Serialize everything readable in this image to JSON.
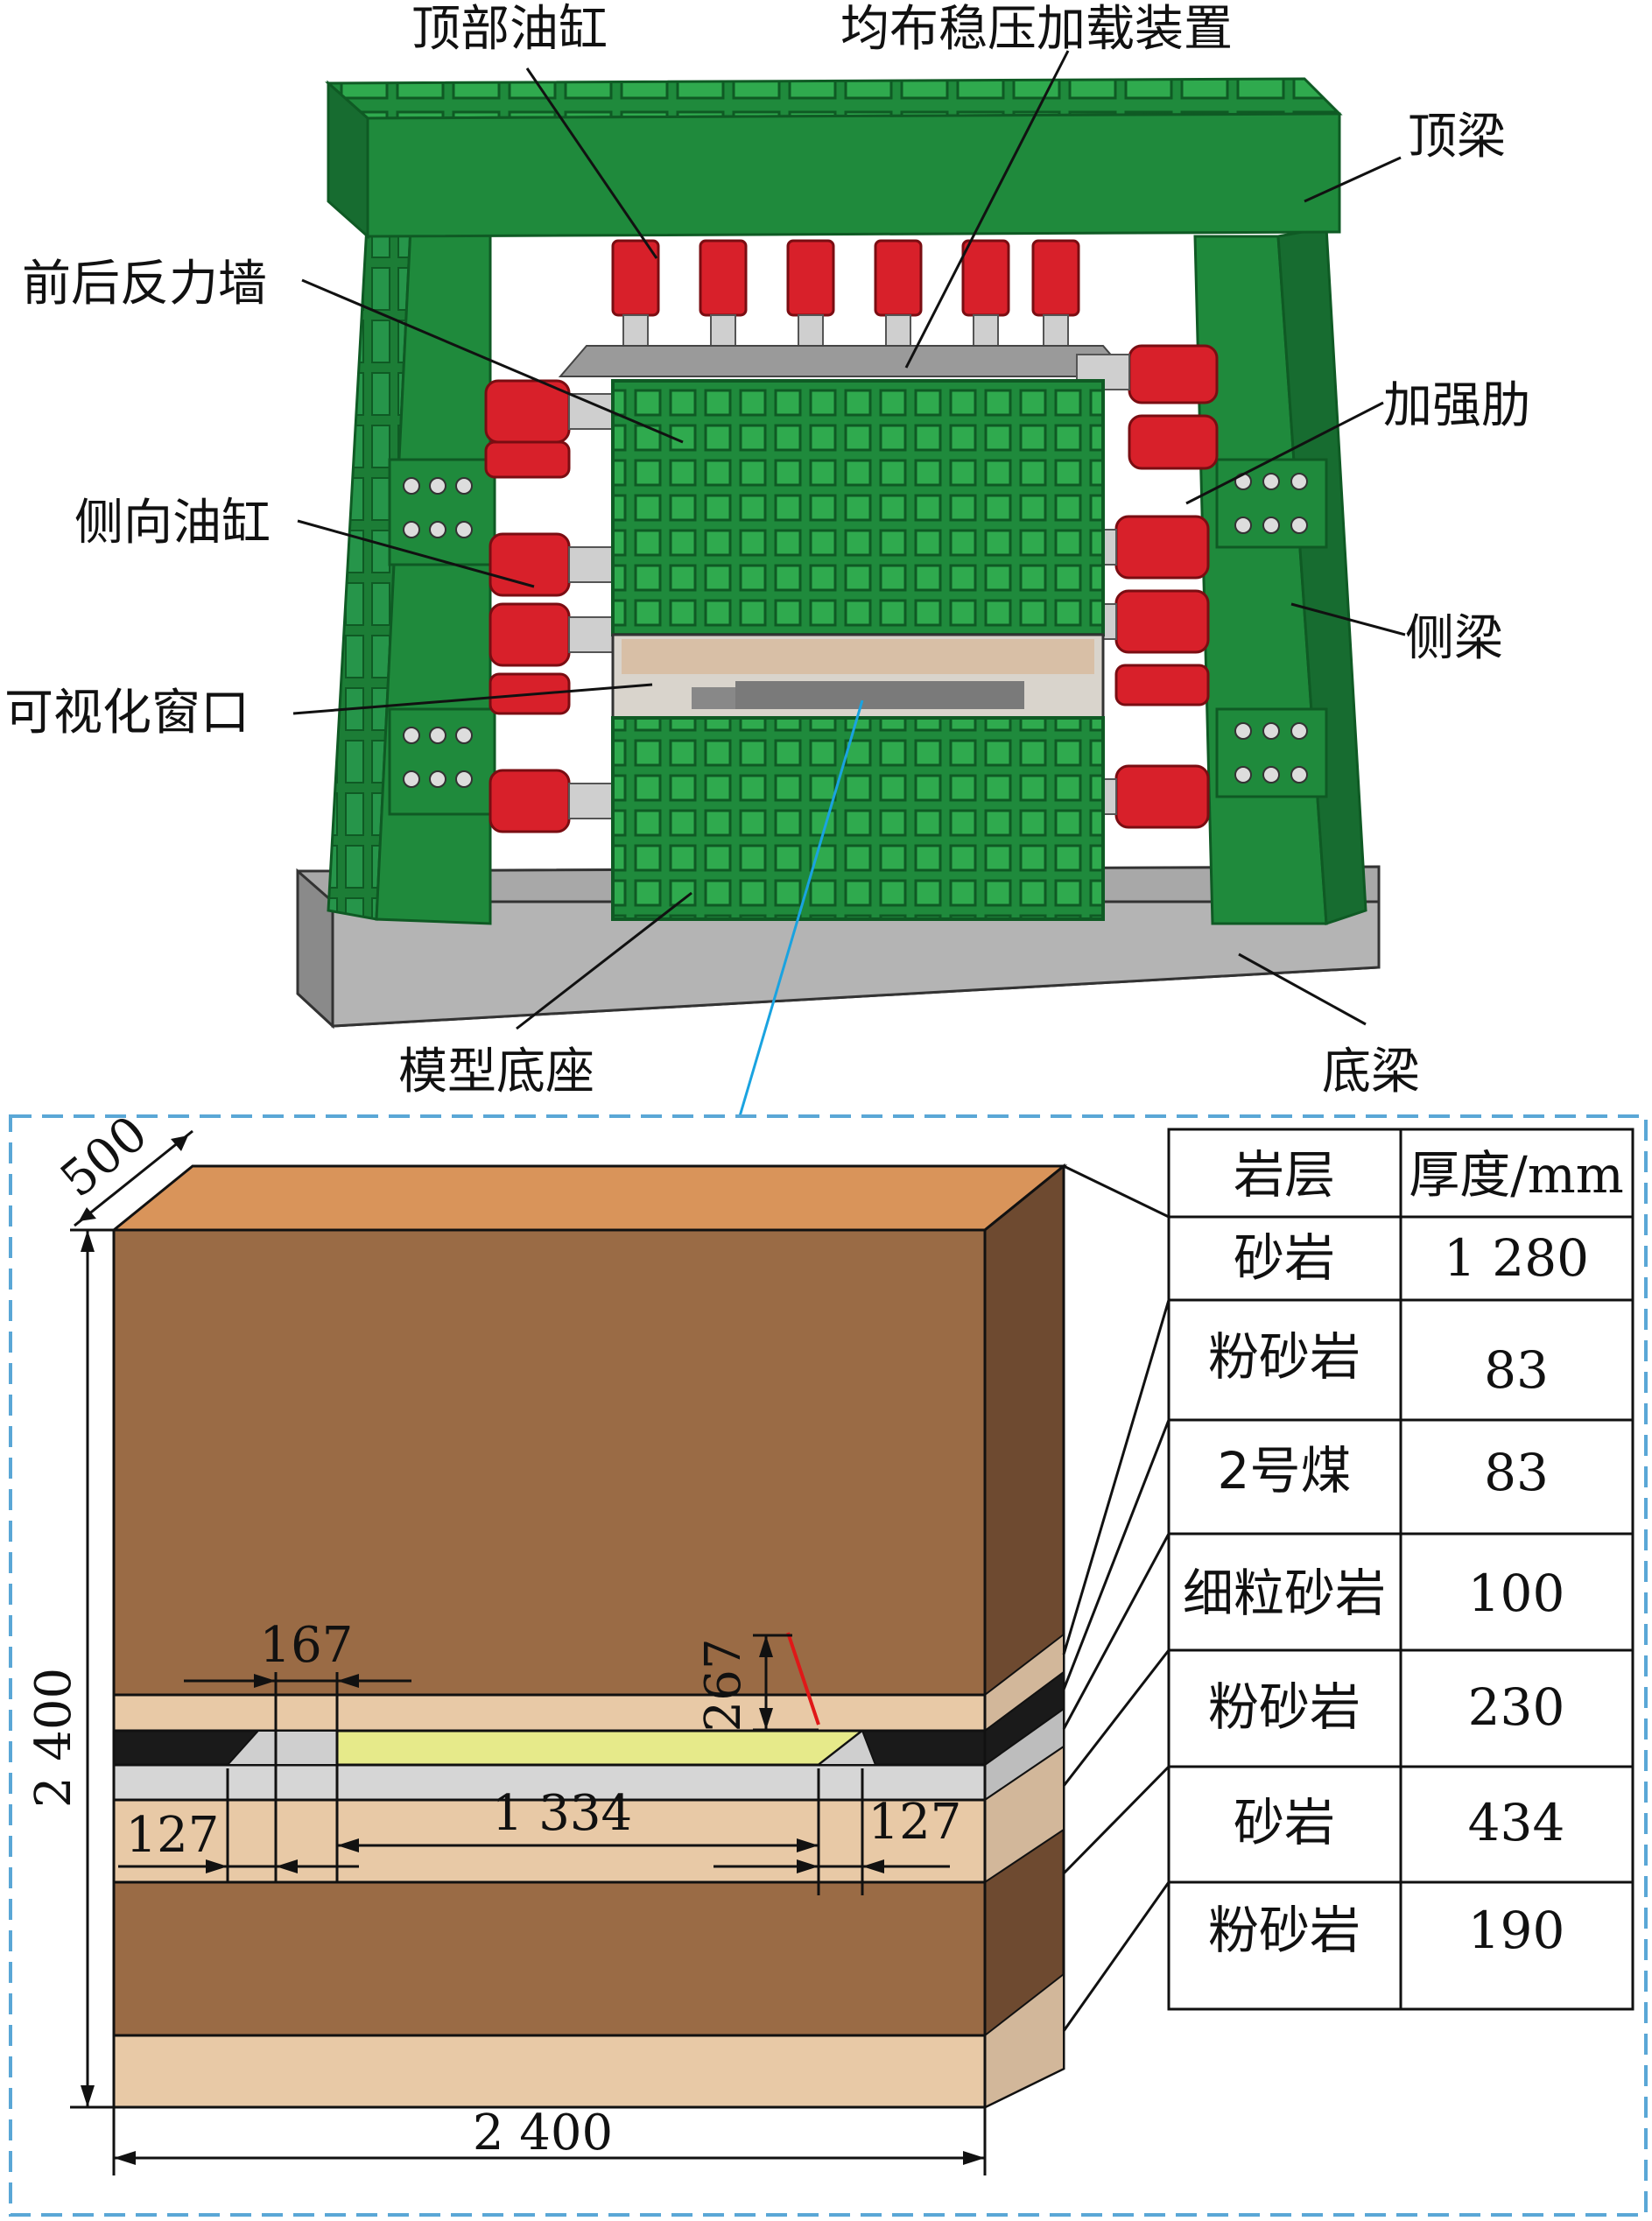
{
  "rig": {
    "labels": {
      "top_cylinder": "顶部油缸",
      "uniform_loading_device": "均布稳压加载装置",
      "top_beam": "顶梁",
      "reaction_wall": "前后反力墙",
      "stiffener": "加强肋",
      "side_cylinder": "侧向油缸",
      "side_beam": "侧梁",
      "visual_window": "可视化窗口",
      "model_base": "模型底座",
      "bottom_beam": "底梁"
    }
  },
  "strata_model": {
    "dims": {
      "depth": "500",
      "height": "2 400",
      "width": "2 400",
      "pillar_top": "167",
      "roof_height": "267",
      "left_bottom": "127",
      "opening": "1 334",
      "right_bottom": "127"
    },
    "table": {
      "header": [
        "岩层",
        "厚度/mm"
      ],
      "rows": [
        {
          "layer": "砂岩",
          "thickness": "1 280"
        },
        {
          "layer": "粉砂岩",
          "thickness": "83"
        },
        {
          "layer": "2号煤",
          "thickness": "83"
        },
        {
          "layer": "细粒砂岩",
          "thickness": "100"
        },
        {
          "layer": "粉砂岩",
          "thickness": "230"
        },
        {
          "layer": "砂岩",
          "thickness": "434"
        },
        {
          "layer": "粉砂岩",
          "thickness": "190"
        }
      ]
    }
  },
  "colors": {
    "frame_green": "#1f8a3c",
    "cylinder_red": "#d8202a",
    "sandstone": "#9a6b45",
    "siltstone": "#e8c9a6",
    "coal": "#1a1a1a",
    "fine_sandstone": "#d6d6d6",
    "window_beam": "#e6ea8a",
    "frame_border": "#5aa7d6"
  }
}
